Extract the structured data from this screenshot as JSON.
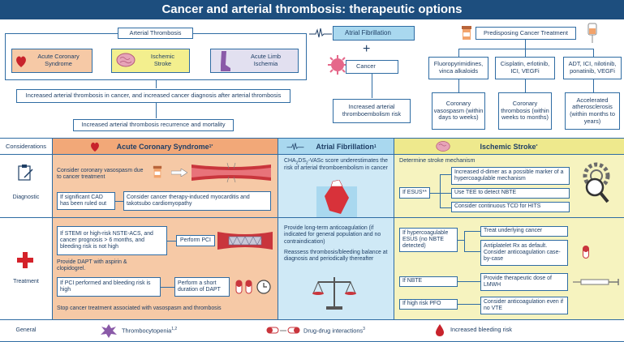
{
  "title": "Cancer and arterial thrombosis: therapeutic options",
  "top": {
    "arterial_thrombosis": "Arterial Thrombosis",
    "acs": "Acute Coronary Syndrome",
    "ischemic_stroke": "Ischemic Stroke",
    "acute_limb": "Acute Limb Ischemia",
    "increased_text": "Increased arterial thrombosis in cancer, and increased cancer diagnosis after arterial thrombosis",
    "recurrence_text": "Increased arterial thrombosis recurrence and mortality",
    "atrial_fibrillation": "Atrial Fibrillation",
    "plus": "+",
    "cancer": "Cancer",
    "thromboembolism_risk": "Increased arterial thromboembolism risk",
    "predisposing": "Predisposing Cancer Treatment",
    "drug1": "Fluoropyrimidines, vinca alkaloids",
    "drug2": "Cisplatin, erlotinib, ICI, VEGFi",
    "drug3": "ADT, ICI, nilotinib, ponatinib, VEGFi",
    "effect1": "Coronary vasospasm (within days to weeks)",
    "effect2": "Coronary thrombosis (within weeks to months)",
    "effect3": "Accelerated atherosclerosis (within months to years)"
  },
  "table": {
    "considerations": "Considerations",
    "diagnostic": "Diagnostic",
    "treatment": "Treatment",
    "general": "General",
    "acs_head": "Acute Coronary Syndrome",
    "acs_sup": "1*",
    "af_head": "Atrial Fibrillation",
    "af_sup": "1",
    "stroke_head": "Ischemic Stroke",
    "stroke_sup": "*",
    "acs_diag1": "Consider coronary vasospasm due to cancer treatment",
    "acs_diag2": "If significant CAD has been ruled out",
    "acs_diag3": "Consider cancer therapy-induced myocarditis and takotsubo cardiomyopathy",
    "af_diag_a": "CHA",
    "af_diag_sub1": "2",
    "af_diag_b": "DS",
    "af_diag_sub2": "2",
    "af_diag_c": "-VASc score underestimates the risk of arterial thromboembolism in cancer",
    "stroke_diag_title": "Determine stroke mechanism",
    "stroke_diag_if": "If ESUS**",
    "stroke_diag1": "Increased d-dimer as a possible marker of a hypercoagulable mechanism",
    "stroke_diag2": "Use TEE to detect NBTE",
    "stroke_diag3": "Consider continuous TCD for HITS",
    "acs_tx1": "If STEMI or high-risk NSTE-ACS, and cancer prognosis > 6 months, and bleeding risk is not high",
    "acs_tx_pci": "Perform PCI",
    "acs_tx2": "Provide DAPT with aspirin & clopidogrel.",
    "acs_tx3": "If PCI performed and bleeding risk is high",
    "acs_tx4": "Perform a short duration of DAPT",
    "acs_tx5": "Stop cancer treatment associated with vasospasm and thrombosis",
    "af_tx1": "Provide long-term anticoagulation (if indicated for general population and no contraindication)",
    "af_tx2": "Reassess thrombosis/bleeding balance at diagnosis and periodically thereafter",
    "stroke_tx1": "If hypercoagulable ESUS (no NBTE detected)",
    "stroke_tx2": "Treat underlying cancer",
    "stroke_tx3": "Antiplatelet Rx as default. Consider anticoagulation case-by-case",
    "stroke_tx4": "If NBTE",
    "stroke_tx5": "Provide therapeutic dose of LMWH",
    "stroke_tx6": "If high risk PFO",
    "stroke_tx7": "Consider anticoagulation even if no VTE",
    "gen1": "Thrombocytopenia",
    "gen1_sup": "1,2",
    "gen2": "Drug-drug interactions",
    "gen2_sup": "3",
    "gen3": "Increased bleeding risk"
  },
  "colors": {
    "title_bg": "#1d4e7e",
    "acs_bg": "#f6c9a6",
    "acs_head": "#f2a878",
    "af_bg": "#cfe9f6",
    "af_head": "#a9d8ef",
    "stroke_bg": "#f6f3bf",
    "stroke_head": "#eee98d",
    "border": "#2f6ca3"
  }
}
